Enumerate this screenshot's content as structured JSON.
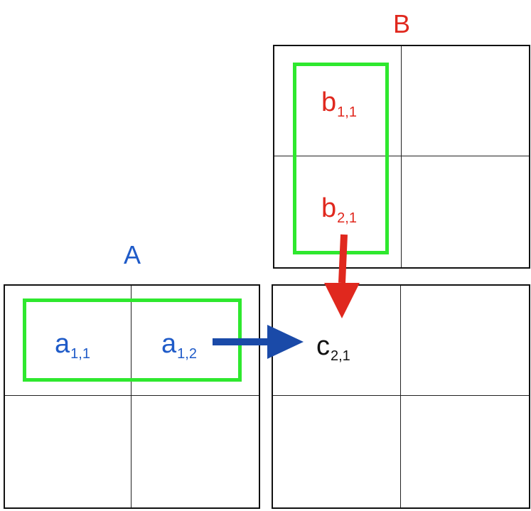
{
  "labels": {
    "matrix_a": "A",
    "matrix_b": "B"
  },
  "cells": {
    "a11": {
      "letter": "a",
      "index": "1,1"
    },
    "a12": {
      "letter": "a",
      "index": "1,2"
    },
    "b11": {
      "letter": "b",
      "index": "1,1"
    },
    "b21": {
      "letter": "b",
      "index": "2,1"
    },
    "c21": {
      "letter": "c",
      "index": "2,1"
    }
  },
  "colors": {
    "matrix_a": "#1f5bc8",
    "matrix_b": "#e0281e",
    "result": "#111111",
    "highlight": "#2ee82e",
    "arrow_a": "#1a4aa8",
    "arrow_b": "#e0281e"
  }
}
